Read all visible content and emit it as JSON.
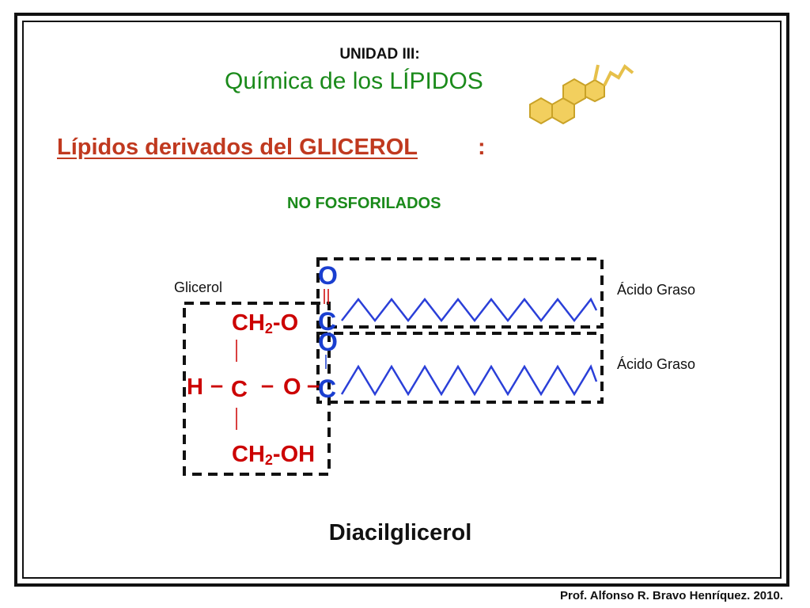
{
  "header": {
    "unit": "UNIDAD III:",
    "chapter": "Química de los LÍPIDOS"
  },
  "section": {
    "title": "Lípidos derivados del GLICEROL",
    "colon": ":",
    "subtitle": "NO FOSFORILADOS"
  },
  "labels": {
    "glicerol": "Glicerol",
    "acid_1": "Ácido Graso",
    "acid_2": "Ácido Graso",
    "molecule_name": "Diacilglicerol"
  },
  "formula": {
    "oxygen_top": "O",
    "ch2_prefix": "CH",
    "sub2": "2",
    "o_link": "-O",
    "carbon_acyl_1": "C",
    "oxygen_acyl_2": "O",
    "h_atom": "H",
    "dash_left": "–",
    "carbon_center": "C",
    "dash_right": "–",
    "o_center": "O",
    "carbon_acyl_2": "C",
    "ch2_bottom_suffix": "-OH"
  },
  "footer": {
    "credit": "Prof. Alfonso R. Bravo Henríquez. 2010."
  },
  "colors": {
    "title_green": "#1a8a1a",
    "subtitle_red": "#c0391f",
    "glycerol_red": "#cc0000",
    "acyl_blue": "#1a3fd0",
    "chain_blue": "#2a3fd8"
  }
}
